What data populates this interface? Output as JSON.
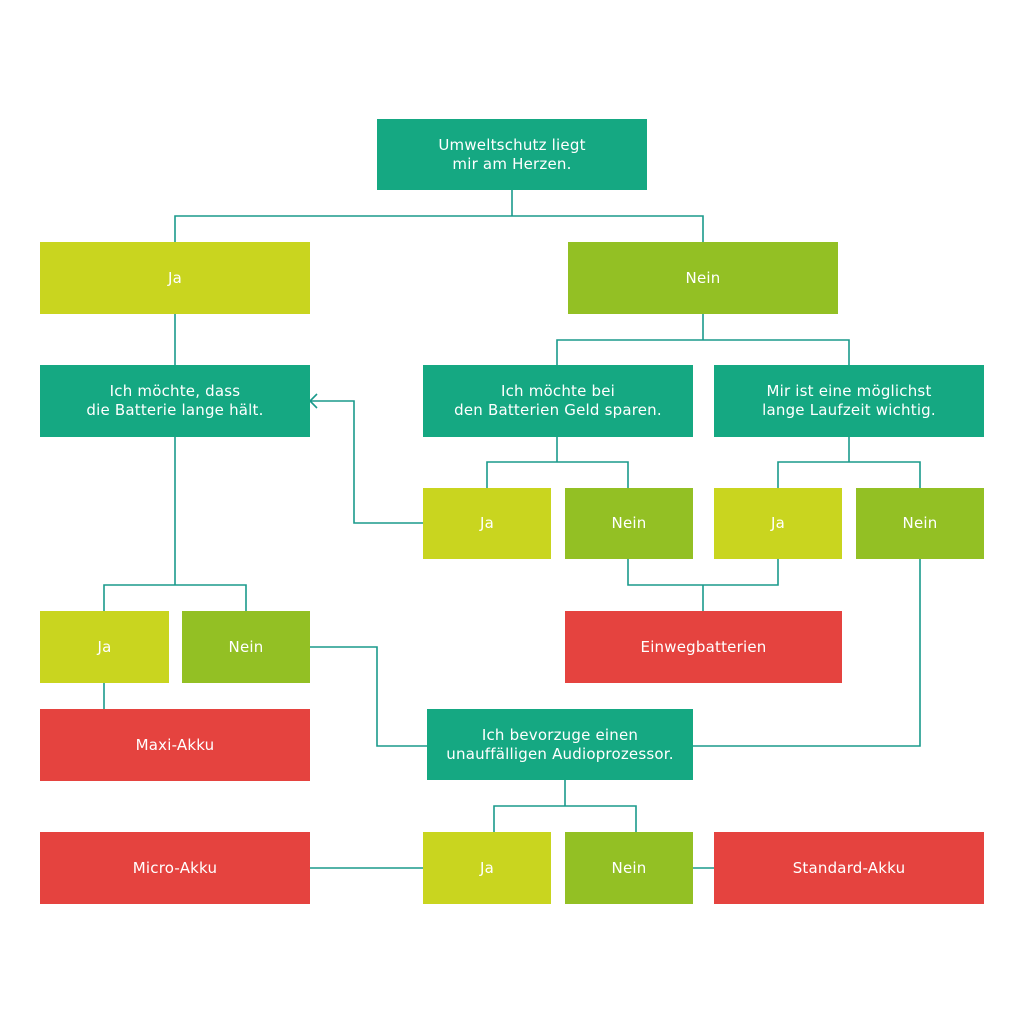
{
  "colors": {
    "question": "#15a882",
    "yes": "#c9d51f",
    "no": "#93c024",
    "result": "#e5433f",
    "connector": "#1a9a8c"
  },
  "nodes": {
    "root": "Umweltschutz liegt\nmir am Herzen.",
    "root_yes": "Ja",
    "root_no": "Nein",
    "q_long_life": "Ich möchte, dass\ndie Batterie lange hält.",
    "q_save_money": "Ich möchte bei\nden Batterien Geld sparen.",
    "q_long_runtime": "Mir ist eine möglichst\nlange Laufzeit wichtig.",
    "save_money_yes": "Ja",
    "save_money_no": "Nein",
    "runtime_yes": "Ja",
    "runtime_no": "Nein",
    "long_life_yes": "Ja",
    "long_life_no": "Nein",
    "result_disposable": "Einwegbatterien",
    "result_maxi": "Maxi-Akku",
    "q_discreet": "Ich bevorzuge einen\nunauffälligen Audioprozessor.",
    "discreet_yes": "Ja",
    "discreet_no": "Nein",
    "result_micro": "Micro-Akku",
    "result_standard": "Standard-Akku"
  }
}
